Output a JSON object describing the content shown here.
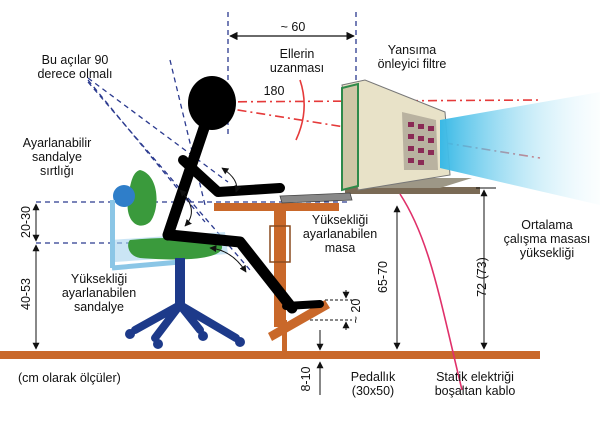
{
  "labels": {
    "top_dimension": "~ 60",
    "hand_reach": [
      "Ellerin",
      "uzanması"
    ],
    "angle_value": "180",
    "anti_glare": [
      "Yansıma",
      "önleyici filtre"
    ],
    "angles_note": [
      "Bu açılar 90",
      "derece olmalı"
    ],
    "backrest": [
      "Ayarlanabilir",
      "sandalye",
      "sırtlığı"
    ],
    "backrest_height": "20-30",
    "seat_height": "40-53",
    "adjustable_chair": [
      "Yüksekliği",
      "ayarlanabilen",
      "sandalye"
    ],
    "adjustable_desk": [
      "Yüksekliği",
      "ayarlanabilen",
      "masa"
    ],
    "desk_height": "65-70",
    "avg_desk_height_value": "72 (73)",
    "avg_desk_height": [
      "Ortalama",
      "çalışma masası",
      "yüksekliği"
    ],
    "footrest_angle": "~ 20",
    "footrest_height": "8-10",
    "footrest": [
      "Pedallık",
      "(30x50)"
    ],
    "cable": [
      "Statik elektriği",
      "boşaltan kablo"
    ],
    "units_note": "(cm olarak ölçüler)"
  },
  "colors": {
    "floor": "#c9682a",
    "desk_top": "#c9682a",
    "chair_green": "#3a9a3c",
    "chair_blue": "#2f7ec9",
    "chair_base": "#1d3a8a",
    "monitor_case": "#e8e2c8",
    "screen_glow": "#7fd3f0",
    "cable": "#e0306a",
    "figure": "#000000",
    "red_lines": "#e53a3a",
    "blue_lines": "#2b3a8f"
  }
}
